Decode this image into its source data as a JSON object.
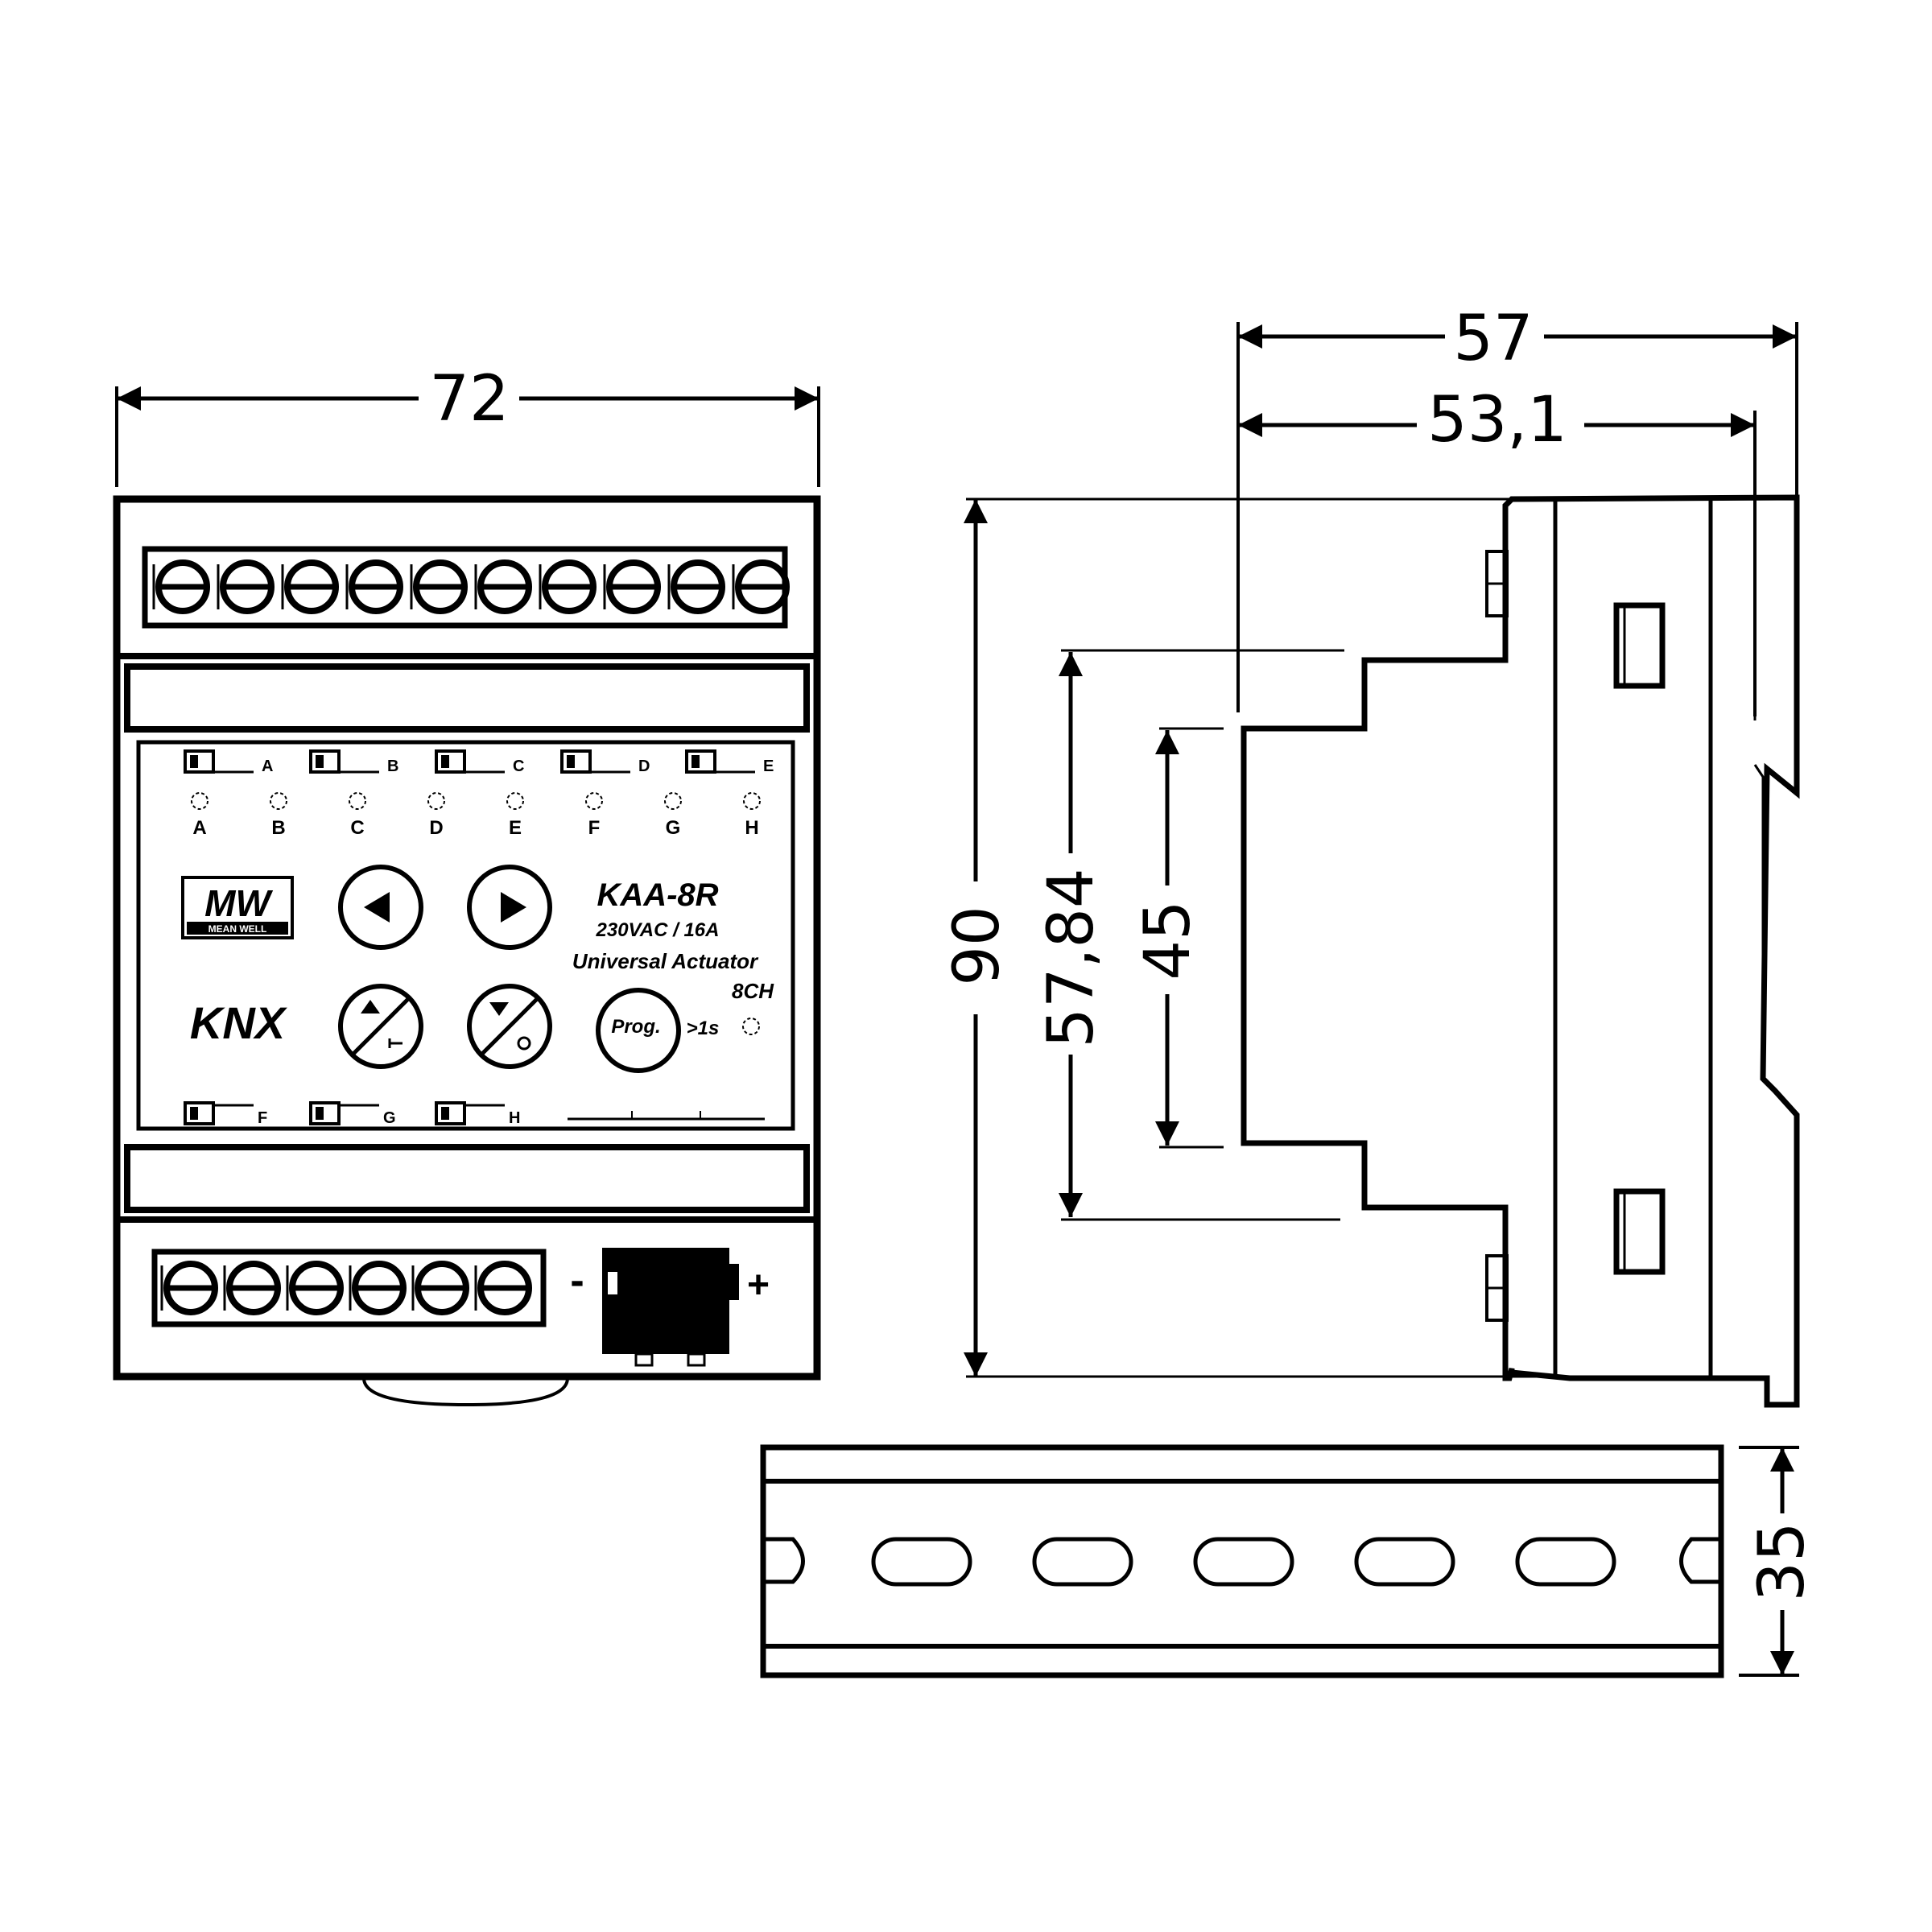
{
  "front_view": {
    "width_dim": "72",
    "channel_header_labels": [
      "A",
      "B",
      "C",
      "D",
      "E",
      "F",
      "G",
      "H"
    ],
    "led_labels": [
      "A",
      "B",
      "C",
      "D",
      "E",
      "F",
      "G",
      "H"
    ],
    "model": "KAA-8R",
    "rating": "230VAC / 16A",
    "description": "Universal Actuator",
    "channels": "8CH",
    "prog_label": "Prog.",
    "prog_time": ">1s",
    "minus_label": "-",
    "plus_label": "+",
    "brand_logo": "MW",
    "brand_sub": "MEAN WELL",
    "bus_logo": "KNX",
    "icons": [
      "arrow-left-icon",
      "arrow-right-icon",
      "up-open-icon",
      "down-close-icon"
    ]
  },
  "side_view": {
    "depth_dims": [
      "57",
      "53,1"
    ],
    "height_dims": [
      "90",
      "57,84",
      "45"
    ]
  },
  "rail_view": {
    "height_dim": "35"
  }
}
